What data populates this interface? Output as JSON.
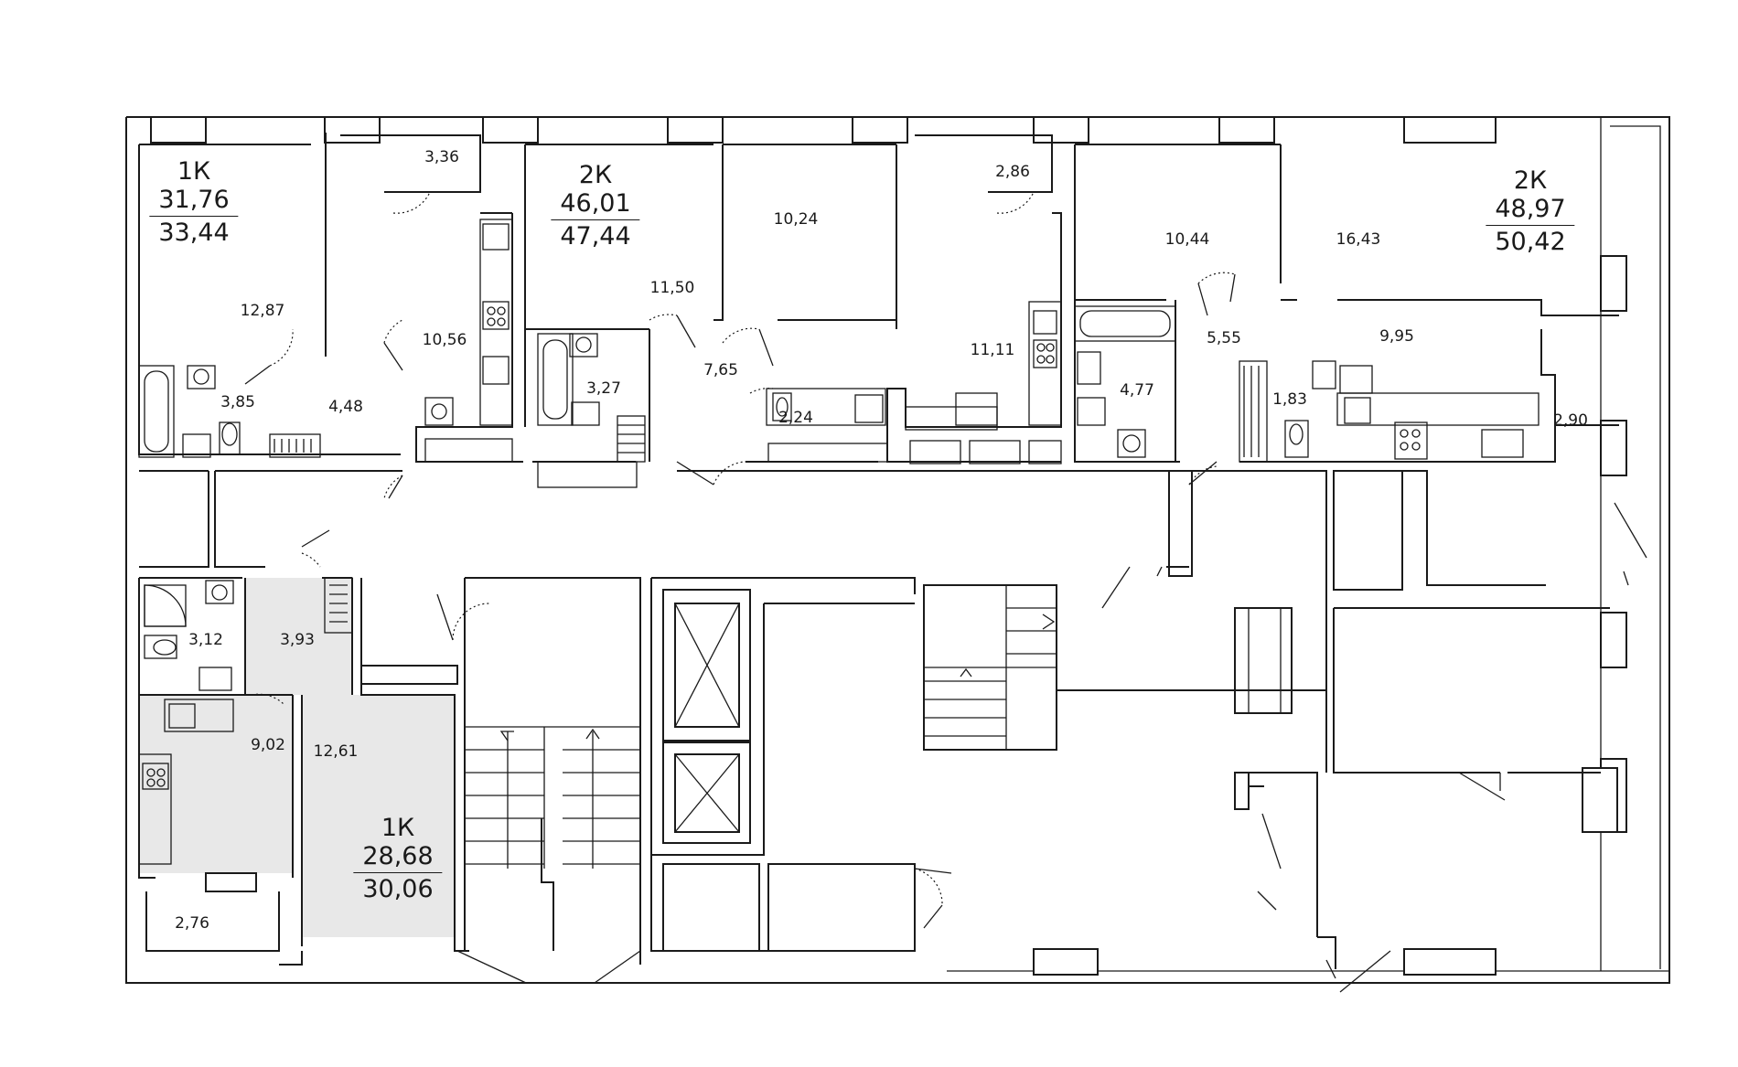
{
  "apartments": [
    {
      "id": "apt-1",
      "type": "1К",
      "living_area": "31,76",
      "total_area": "33,44"
    },
    {
      "id": "apt-2",
      "type": "2К",
      "living_area": "46,01",
      "total_area": "47,44"
    },
    {
      "id": "apt-3",
      "type": "2К",
      "living_area": "48,97",
      "total_area": "50,42"
    },
    {
      "id": "apt-4",
      "type": "1К",
      "living_area": "28,68",
      "total_area": "30,06"
    }
  ],
  "rooms": [
    "3,36",
    "12,87",
    "10,56",
    "3,85",
    "4,48",
    "10,24",
    "11,50",
    "3,27",
    "7,65",
    "2,24",
    "2,86",
    "11,11",
    "10,44",
    "16,43",
    "5,55",
    "4,77",
    "1,83",
    "9,95",
    "2,90",
    "3,12",
    "3,93",
    "9,02",
    "12,61",
    "2,76"
  ],
  "colors": {
    "wall": "#1a1a1a",
    "highlight": "#e8e8e8",
    "background": "#ffffff"
  }
}
